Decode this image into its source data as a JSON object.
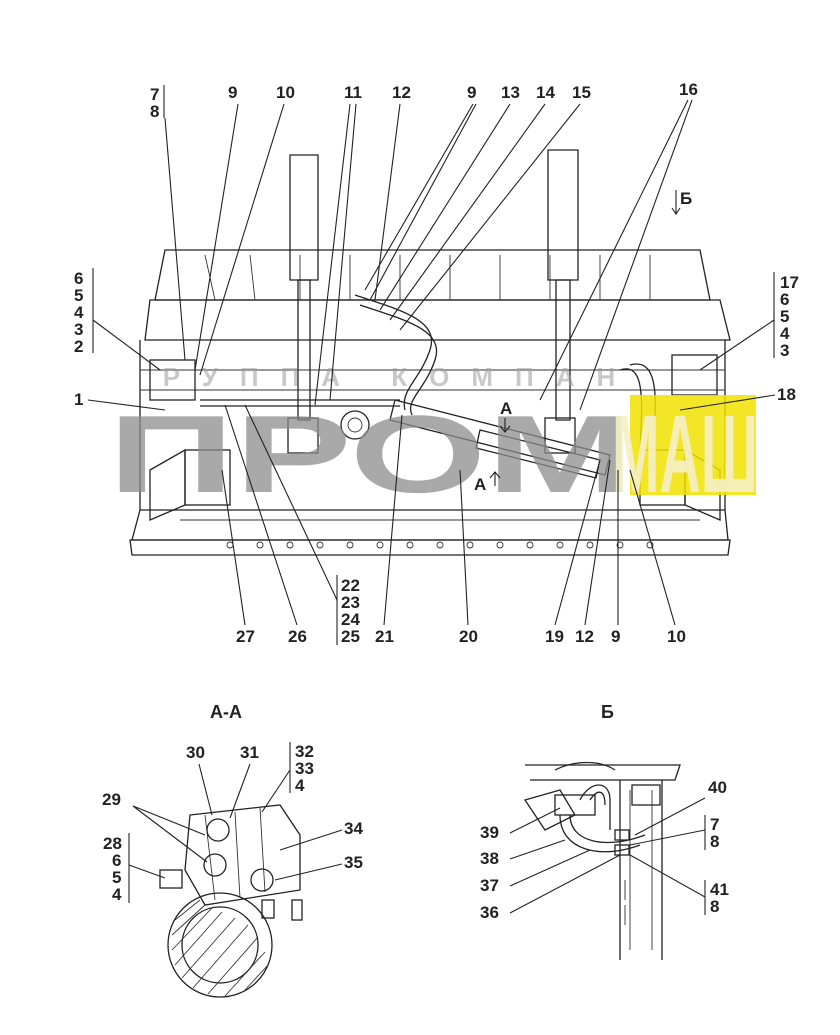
{
  "watermark": {
    "top": "РУППА КОМПАН",
    "bottom_gray": "ПРОМ",
    "bottom_yellow": "МАШ",
    "colors": {
      "gray": "#8c8c8c",
      "yellow": "#f1e200"
    }
  },
  "main_view": {
    "section_marker": "Б",
    "section_a_marker": "А",
    "callouts_top": [
      "7",
      "8",
      "9",
      "10",
      "11",
      "12",
      "9",
      "13",
      "14",
      "15",
      "16"
    ],
    "stack_left": [
      "6",
      "5",
      "4",
      "3",
      "2"
    ],
    "stack_right": [
      "17",
      "6",
      "5",
      "4",
      "3"
    ],
    "callout_1": "1",
    "callout_18": "18",
    "stack_bottom": [
      "22",
      "23",
      "24",
      "25"
    ],
    "callouts_bottom": [
      "27",
      "26",
      "21",
      "20",
      "19",
      "12",
      "9",
      "10"
    ]
  },
  "section_aa": {
    "title": "А-А",
    "labels": [
      "30",
      "31",
      "29",
      "34",
      "35"
    ],
    "stack_top": [
      "32",
      "33",
      "4"
    ],
    "stack_left": [
      "28",
      "6",
      "5",
      "4"
    ]
  },
  "section_b": {
    "title": "Б",
    "labels": [
      "40",
      "39",
      "38",
      "37",
      "36"
    ],
    "stack_1": [
      "7",
      "8"
    ],
    "stack_2": [
      "41",
      "8"
    ]
  }
}
